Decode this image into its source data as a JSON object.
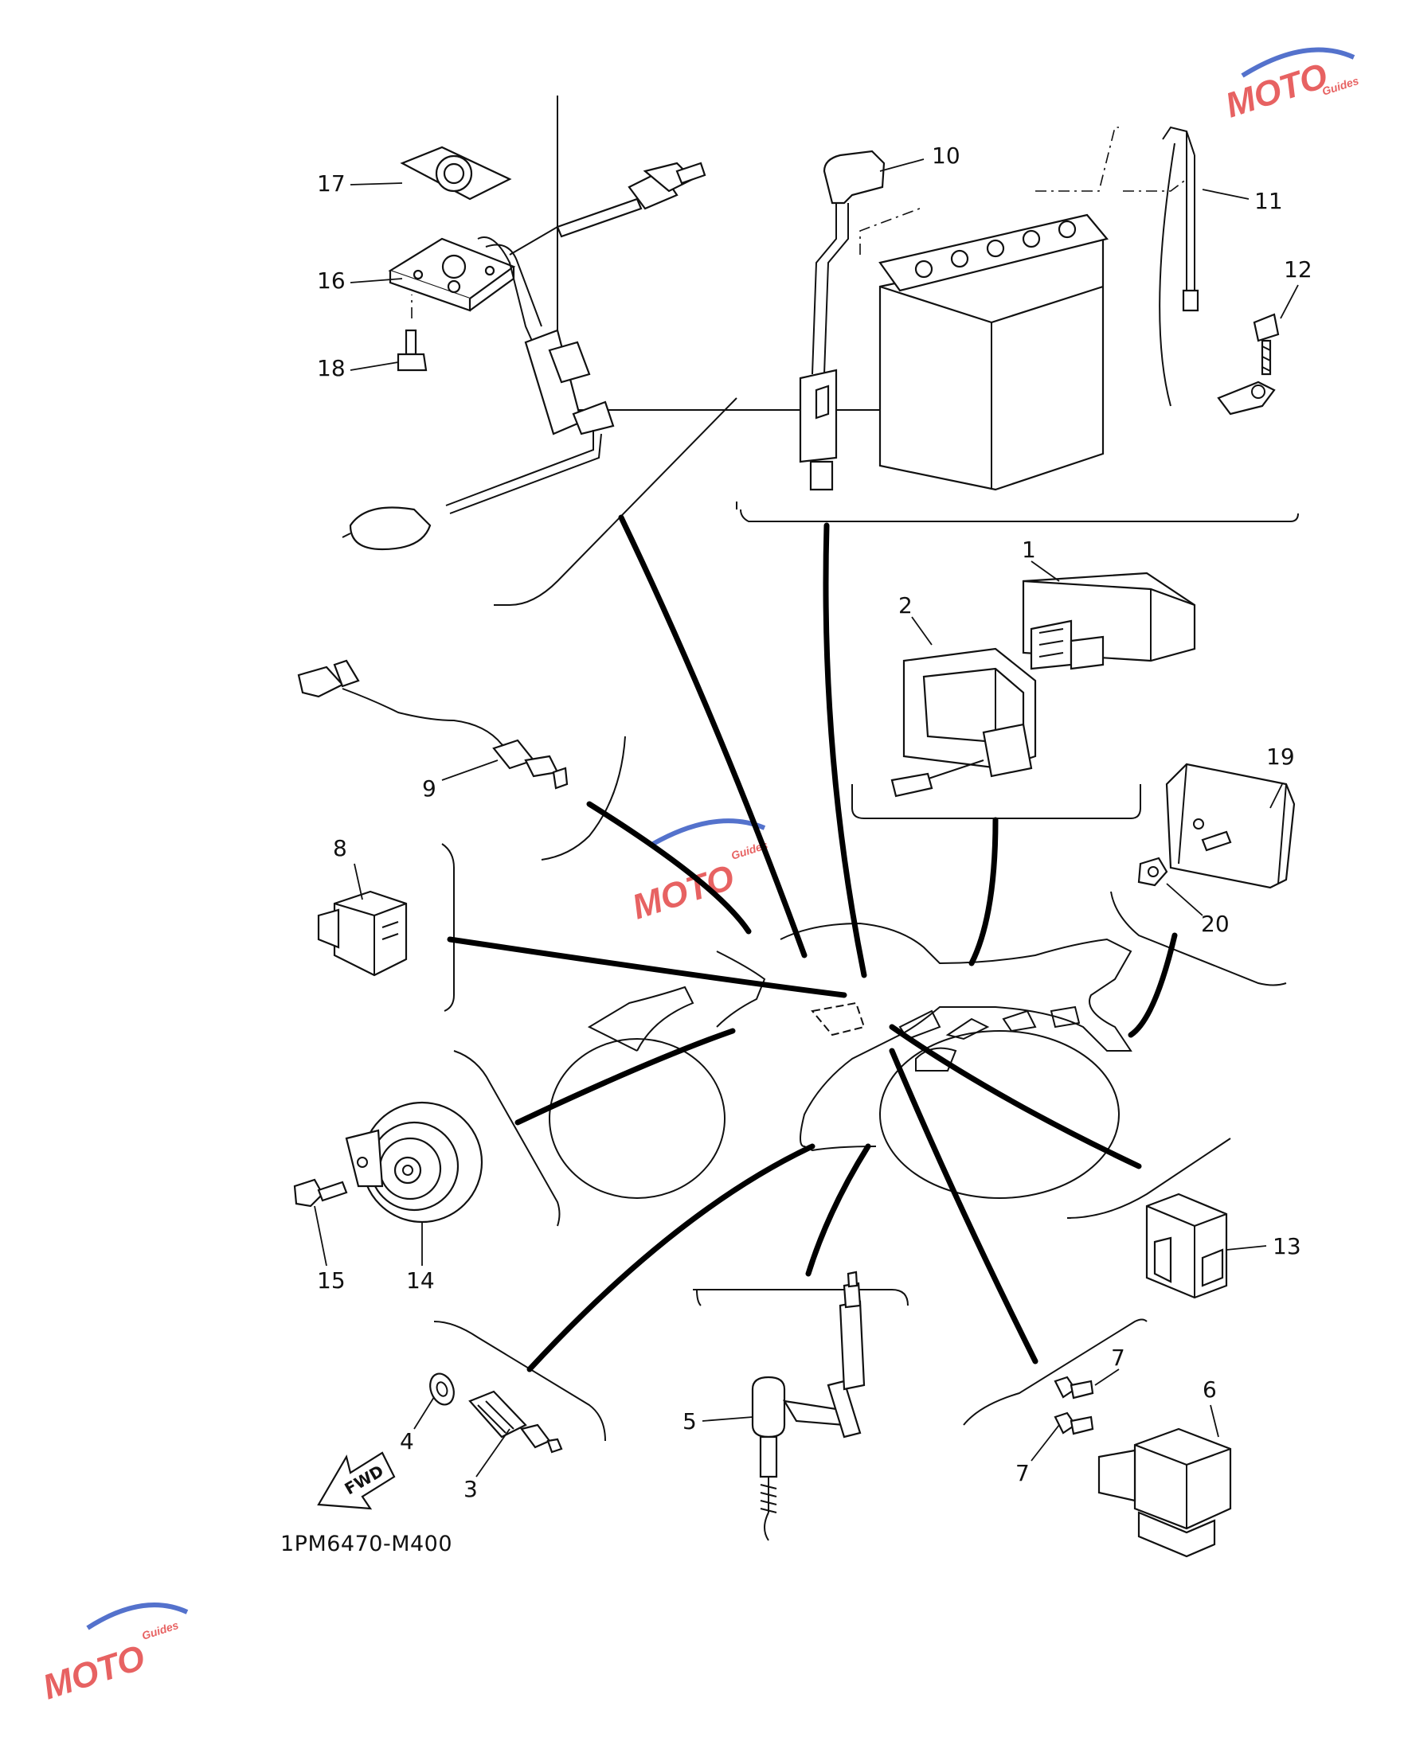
{
  "diagram": {
    "code": "1PM6470-M400",
    "forward_label": "FWD",
    "callouts": [
      "1",
      "2",
      "3",
      "4",
      "5",
      "6",
      "7",
      "7",
      "8",
      "9",
      "10",
      "11",
      "12",
      "13",
      "14",
      "15",
      "16",
      "17",
      "18",
      "19",
      "20"
    ],
    "watermark": {
      "text": "MOTO",
      "sub": "Guides",
      "colors": {
        "red": "#e23b3b",
        "blue": "#2a4fc0"
      }
    }
  }
}
